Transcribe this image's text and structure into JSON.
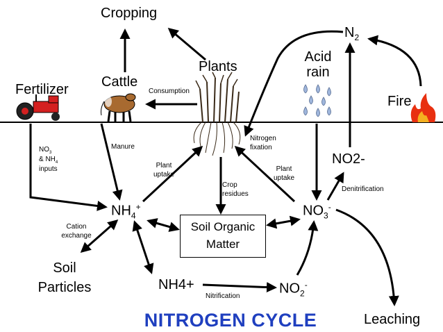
{
  "title": "NITROGEN CYCLE",
  "nodes": {
    "cropping": "Cropping",
    "plants": "Plants",
    "cattle": "Cattle",
    "fertilizer": "Fertilizer",
    "acid_rain_line1": "Acid",
    "acid_rain_line2": "rain",
    "n2": "N",
    "n2_sub": "2",
    "fire": "Fire",
    "no2_upper": "NO2-",
    "nh4_main": "NH",
    "nh4_main_sub": "4",
    "nh4_main_sup": "+",
    "no3": "NO",
    "no3_sub": "3",
    "no3_sup": "-",
    "soil_organic_line1": "Soil Organic",
    "soil_organic_line2": "Matter",
    "soil_particles_line1": "Soil",
    "soil_particles_line2": "Particles",
    "nh4_lower": "NH4+",
    "no2_lower": "NO",
    "no2_lower_sub": "2",
    "no2_lower_sup": "-",
    "leaching": "Leaching"
  },
  "labels": {
    "consumption": "Consumption",
    "manure": "Manure",
    "nitrogen_fixation_line1": "Nitrogen",
    "nitrogen_fixation_line2": "fixation",
    "fert_inputs_line1_a": "NO",
    "fert_inputs_line1_sub": "3",
    "fert_inputs_line2_a": "& NH",
    "fert_inputs_line2_sub": "4",
    "fert_inputs_line3": "inputs",
    "plant_uptake_left_line1": "Plant",
    "plant_uptake_left_line2": "uptake",
    "plant_uptake_right_line1": "Plant",
    "plant_uptake_right_line2": "uptake",
    "crop_residues_line1": "Crop",
    "crop_residues_line2": "residues",
    "denitrification": "Denitrification",
    "cation_exchange_line1": "Cation",
    "cation_exchange_line2": "exchange",
    "nitrification": "Nitrification"
  },
  "icons": [
    "tractor-icon",
    "cow-icon",
    "plants-icon",
    "raindrops-icon",
    "fire-icon"
  ],
  "colors": {
    "title": "#1f3fbf",
    "tractor": "#d42020",
    "fire": "#e83010",
    "raindrop": "#9fb6dc",
    "cow": "#a86a30"
  }
}
